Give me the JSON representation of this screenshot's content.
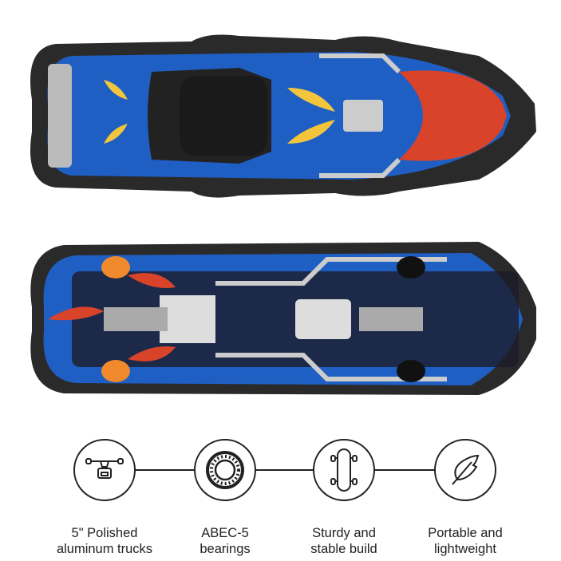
{
  "features": [
    {
      "icon": "truck-icon",
      "line1": "5\" Polished",
      "line2": "aluminum trucks"
    },
    {
      "icon": "bearing-icon",
      "line1": "ABEC-5",
      "line2": "bearings"
    },
    {
      "icon": "skateboard-icon",
      "line1": "Sturdy and",
      "line2": "stable build"
    },
    {
      "icon": "feather-icon",
      "line1": "Portable and",
      "line2": "lightweight"
    }
  ],
  "colors": {
    "deck_blue": "#1f5fc4",
    "grip": "#2a2a2a",
    "flame_red": "#d8432a",
    "flame_yellow": "#f2c53d",
    "wheel": "#f08a2c"
  }
}
